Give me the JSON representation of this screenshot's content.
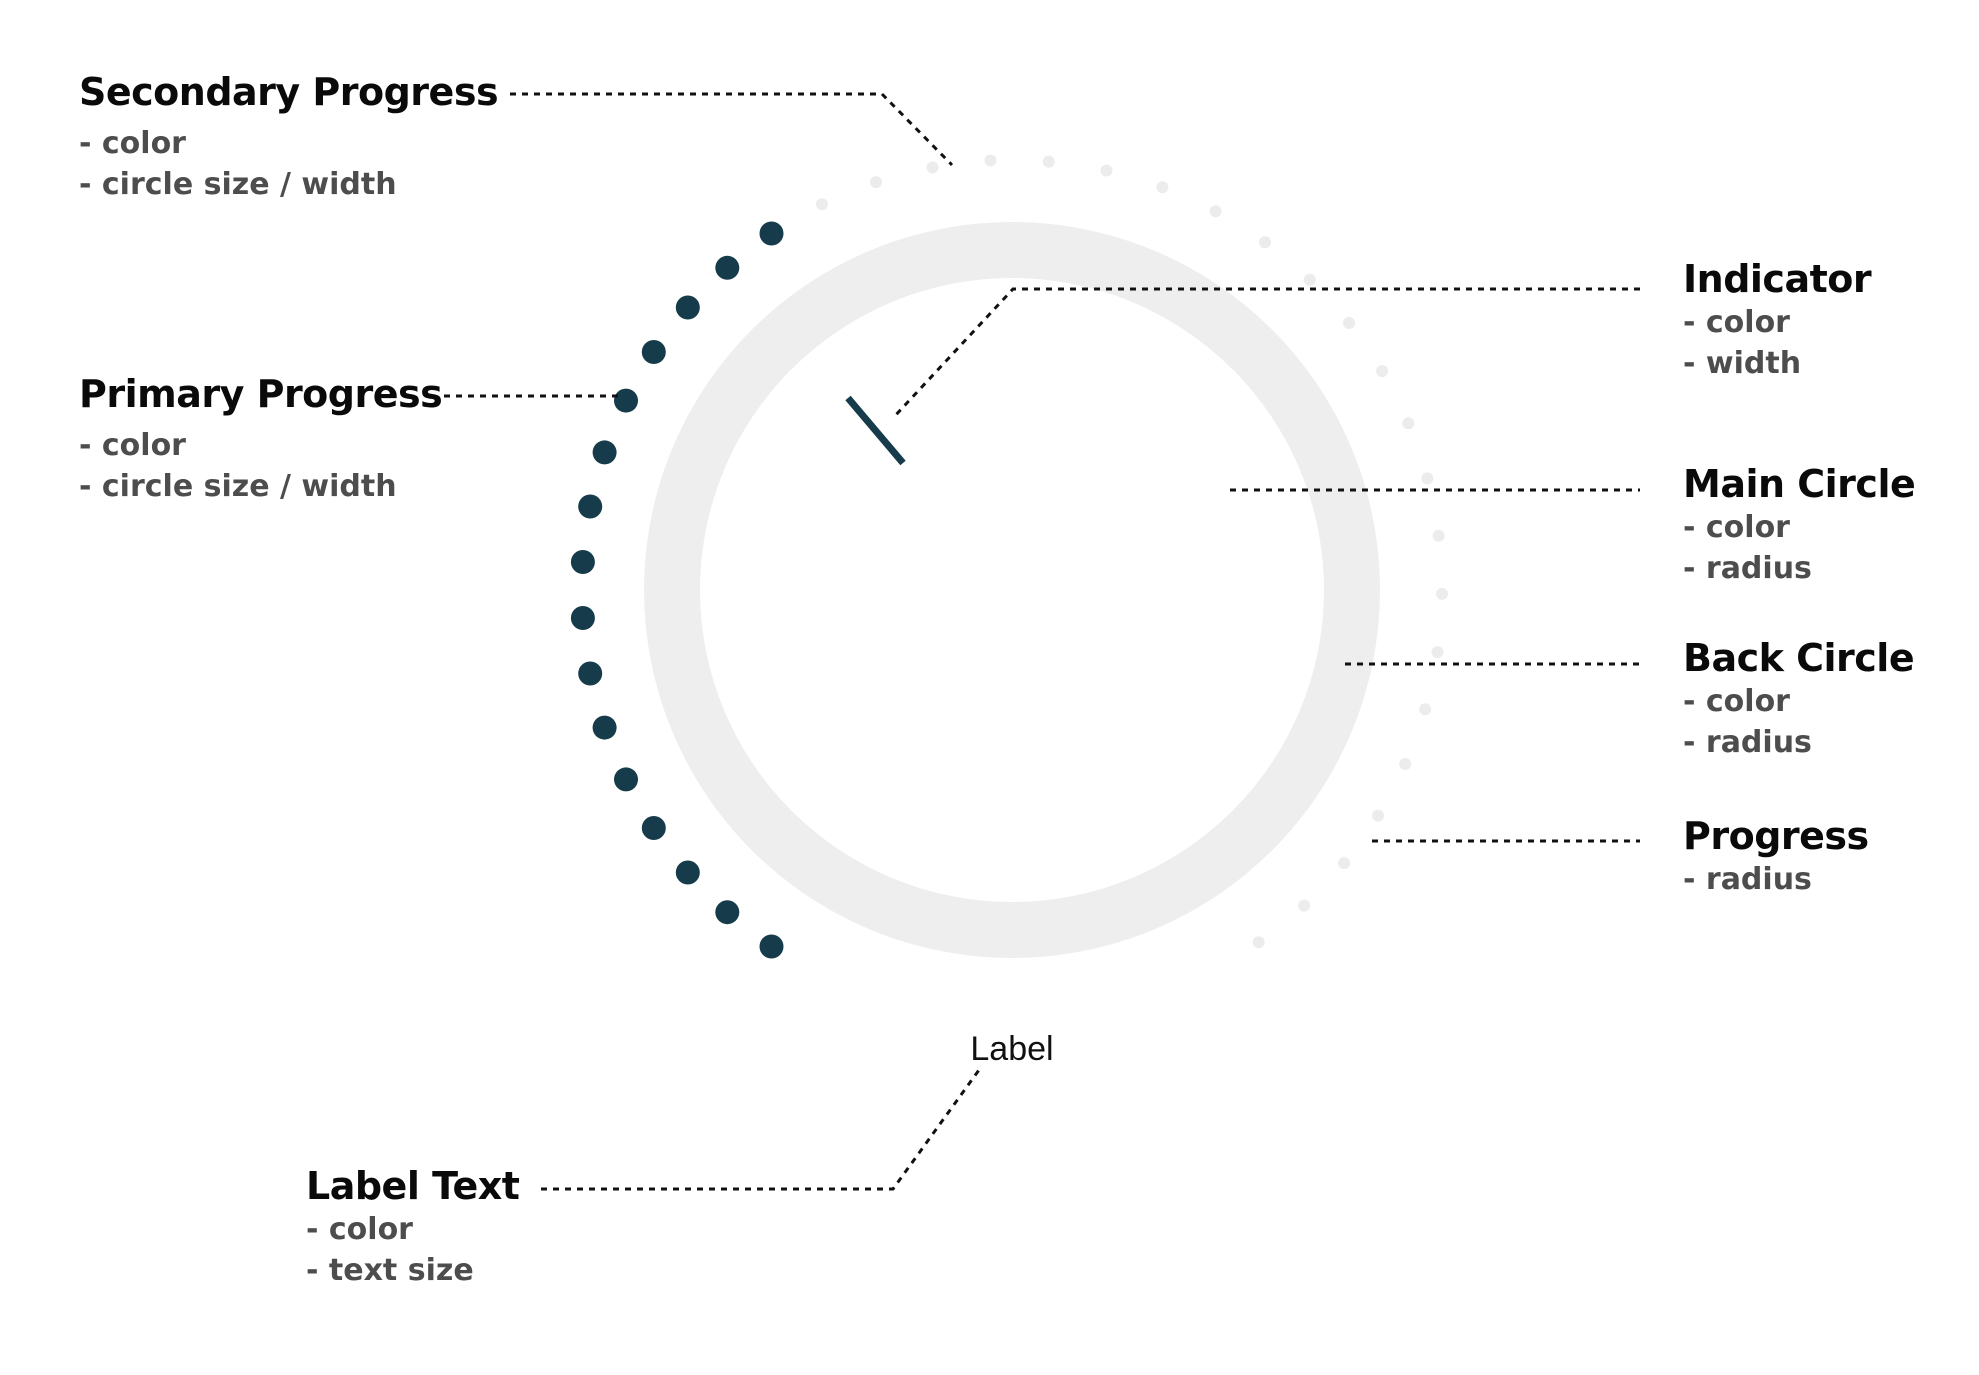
{
  "colors": {
    "primary_progress": "#163b4a",
    "secondary_progress": "#ececec",
    "back_circle": "#eeeeee",
    "main_circle": "#ffffff",
    "indicator": "#163b4a",
    "leader_line": "#111111",
    "title_text": "#0a0a0a",
    "property_text": "#4d4d4d"
  },
  "knob": {
    "label": "Label",
    "primary_progress_dots": 16,
    "secondary_progress_dots": 24
  },
  "annotations": {
    "secondary_progress": {
      "title": "Secondary Progress",
      "props": [
        "- color",
        "- circle size  / width"
      ]
    },
    "primary_progress": {
      "title": "Primary Progress",
      "props": [
        "- color",
        "- circle size  / width"
      ]
    },
    "indicator": {
      "title": "Indicator",
      "props": [
        "- color",
        "- width"
      ]
    },
    "main_circle": {
      "title": "Main Circle",
      "props": [
        "- color",
        "- radius"
      ]
    },
    "back_circle": {
      "title": "Back Circle",
      "props": [
        "- color",
        "- radius"
      ]
    },
    "progress": {
      "title": "Progress",
      "props": [
        "- radius"
      ]
    },
    "label_text": {
      "title": "Label Text",
      "props": [
        "- color",
        "- text size"
      ]
    }
  }
}
